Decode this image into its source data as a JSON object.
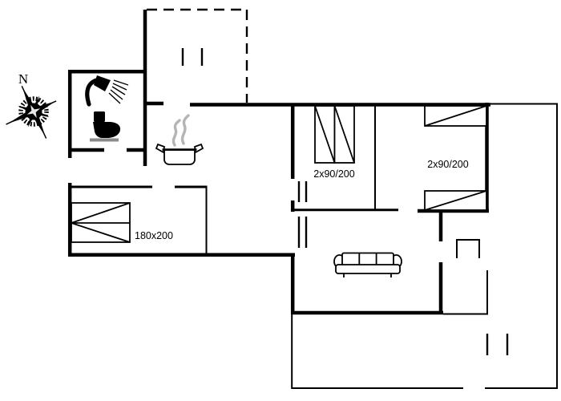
{
  "plan": {
    "compass": {
      "north_label": "N"
    },
    "labels": {
      "bedroom_left_bed": "180x200",
      "bedroom_middle_beds": "2x90/200",
      "bedroom_right_beds": "2x90/200"
    },
    "colors": {
      "wall": "#000000",
      "background": "#ffffff",
      "steam_gray": "#b5b5b5",
      "toilet_base_gray": "#8a8a8a"
    },
    "icons": [
      "compass-rose-icon",
      "shower-icon",
      "toilet-icon",
      "cooking-pot-icon",
      "steam-icon",
      "sofa-icon",
      "fireplace-icon"
    ]
  }
}
